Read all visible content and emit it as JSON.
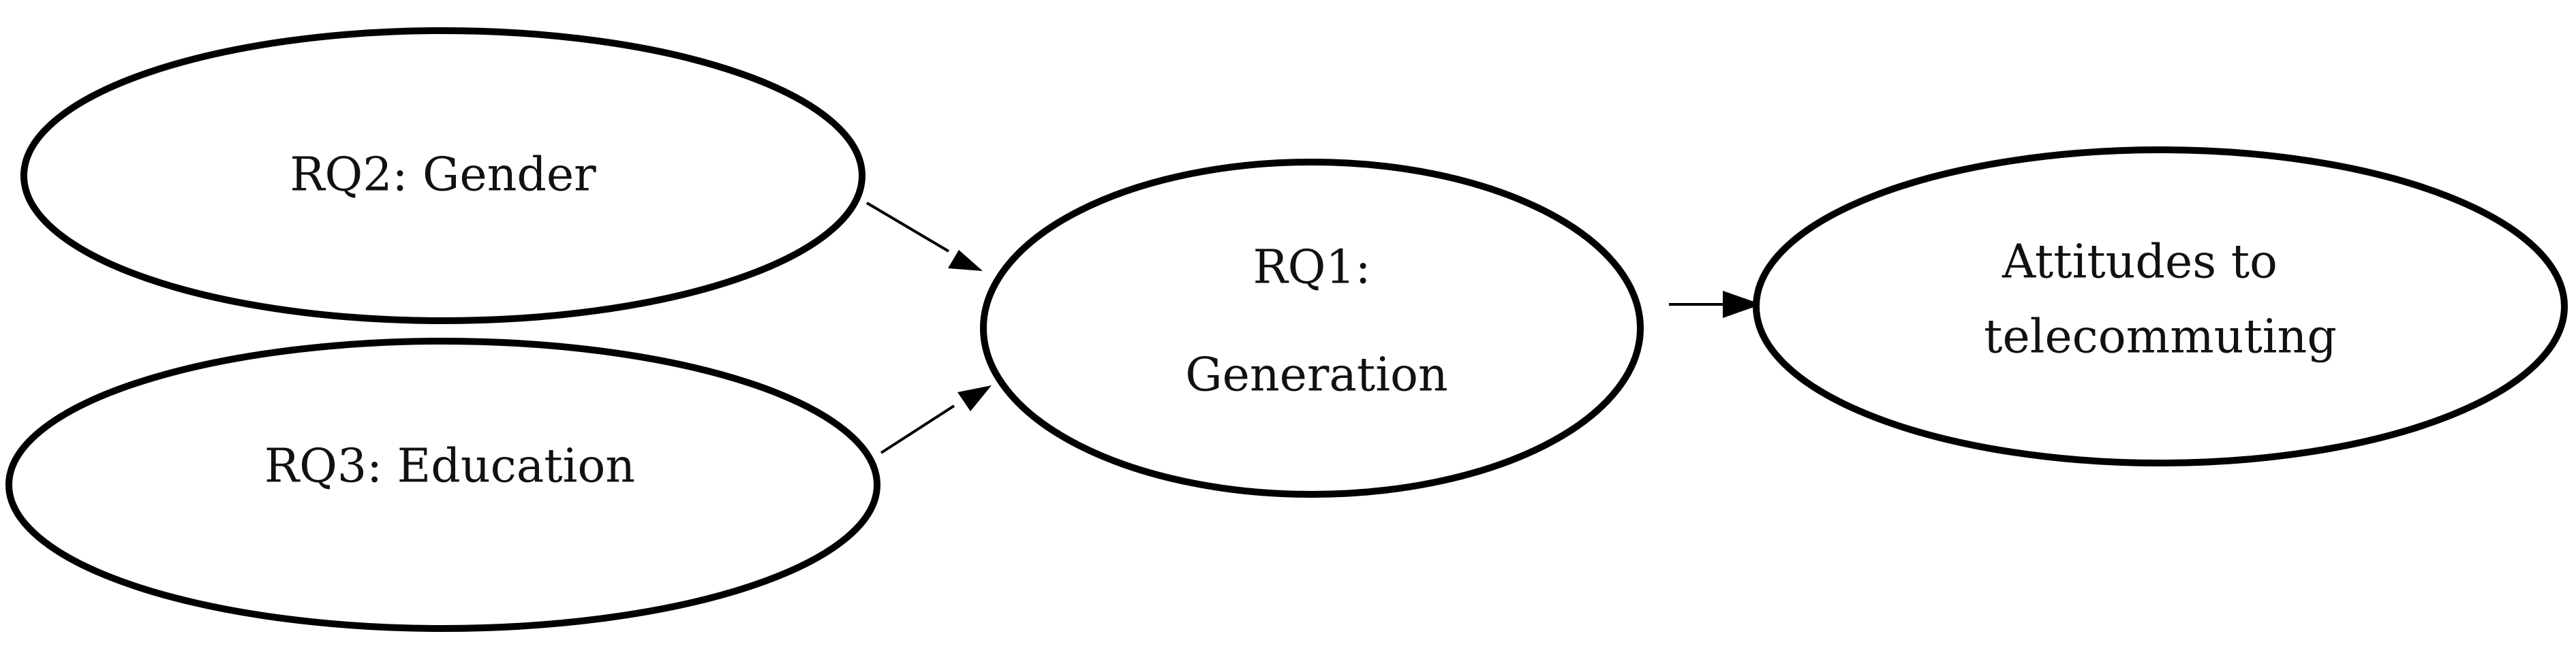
{
  "diagram": {
    "nodes": {
      "gender": {
        "label": "RQ2: Gender"
      },
      "education": {
        "label": "RQ3: Education"
      },
      "generation": {
        "line1": "RQ1:",
        "line2": "Generation"
      },
      "attitudes": {
        "line1": "Attitudes to",
        "line2": "telecommuting"
      }
    },
    "edges": [
      {
        "from": "gender",
        "to": "generation"
      },
      {
        "from": "education",
        "to": "generation"
      },
      {
        "from": "generation",
        "to": "attitudes"
      }
    ],
    "colors": {
      "stroke": "#000000",
      "fill": "#ffffff",
      "text": "#111111"
    }
  }
}
